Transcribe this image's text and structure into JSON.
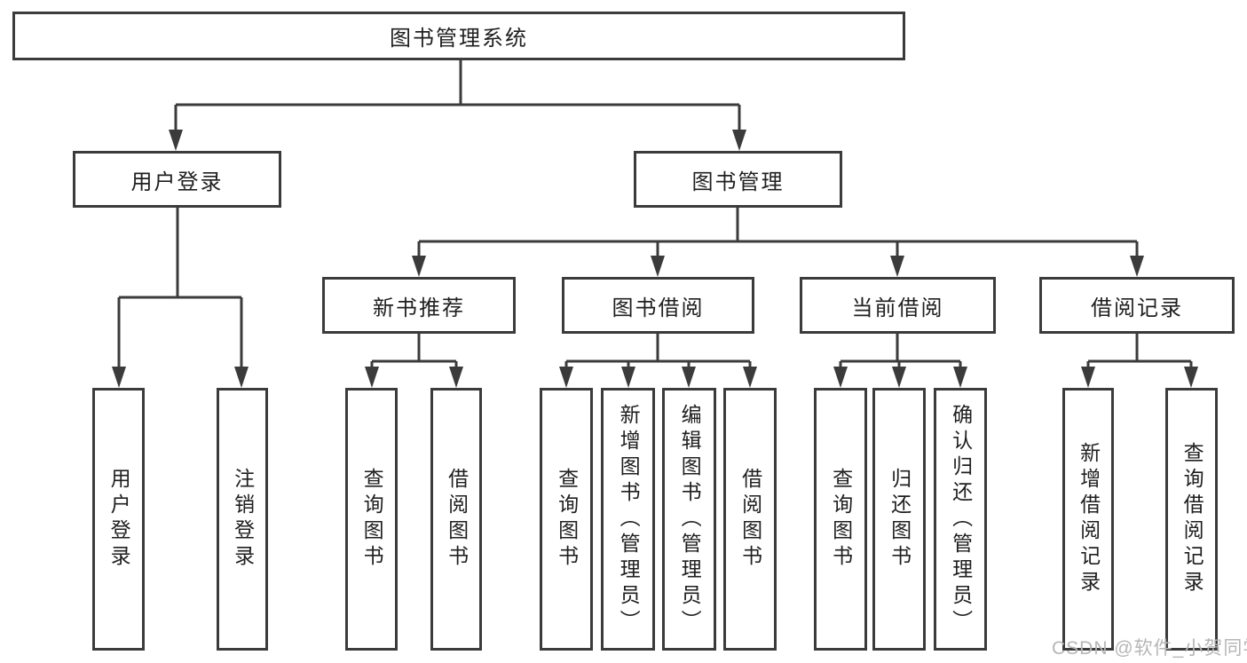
{
  "diagram": {
    "root": {
      "label": "图书管理系统",
      "children": [
        {
          "label": "用户登录",
          "children": [
            {
              "label": "用户登录"
            },
            {
              "label": "注销登录"
            }
          ]
        },
        {
          "label": "图书管理",
          "children": [
            {
              "label": "新书推荐",
              "children": [
                {
                  "label": "查询图书"
                },
                {
                  "label": "借阅图书"
                }
              ]
            },
            {
              "label": "图书借阅",
              "children": [
                {
                  "label": "查询图书"
                },
                {
                  "label": "新增图书（管理员）"
                },
                {
                  "label": "编辑图书（管理员）"
                },
                {
                  "label": "借阅图书"
                }
              ]
            },
            {
              "label": "当前借阅",
              "children": [
                {
                  "label": "查询图书"
                },
                {
                  "label": "归还图书"
                },
                {
                  "label": "确认归还（管理员）"
                }
              ]
            },
            {
              "label": "借阅记录",
              "children": [
                {
                  "label": "新增借阅记录"
                },
                {
                  "label": "查询借阅记录"
                }
              ]
            }
          ]
        }
      ]
    },
    "colors": {
      "line": "#3b3b3b",
      "box_border": "#3b3b3b",
      "text": "#1f1f1f",
      "background": "#ffffff",
      "watermark": "#b6b6b6"
    }
  },
  "watermark": {
    "text": "CSDN @软件_小贺同学"
  }
}
